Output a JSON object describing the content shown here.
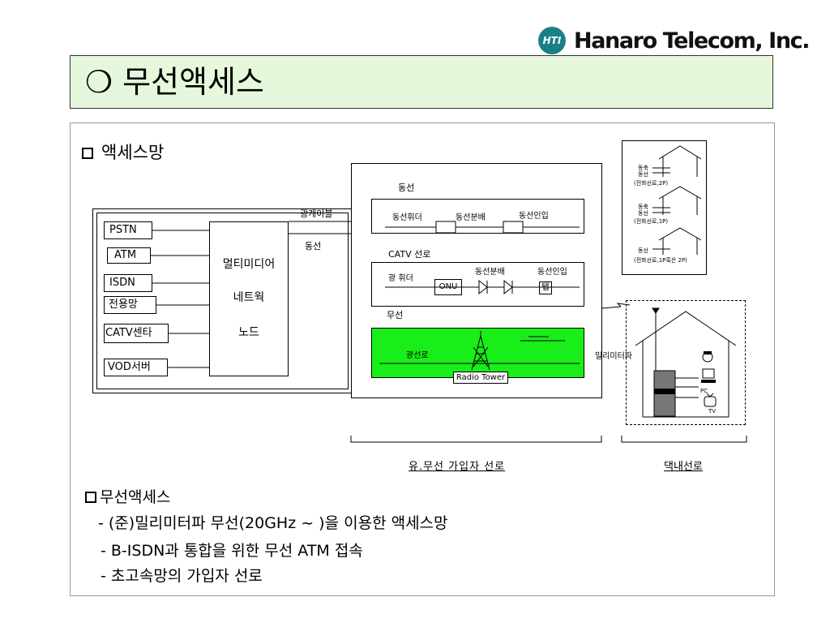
{
  "header": {
    "logo_badge": "HTI",
    "company": "Hanaro Telecom, Inc.",
    "title": "무선액세스",
    "title_bullet": "❍"
  },
  "section_title": "액세스망",
  "left_block": {
    "sources": [
      "PSTN",
      "ATM",
      "ISDN",
      "전용망",
      "CATV센타",
      "VOD서버"
    ],
    "node_lines": [
      "멀티미디어",
      "네트웍",
      "노드"
    ],
    "link_labels": [
      "광케이블",
      "동선"
    ]
  },
  "middle_block": {
    "copper_title": "동선",
    "copper_items": [
      "동선휘더",
      "동선분배",
      "동선인입"
    ],
    "catv_title": "CATV 선로",
    "catv_items": [
      "광 휘더",
      "동선분배",
      "동선인입"
    ],
    "onu": "ONU",
    "tap": "탭",
    "wireless_title": "무선",
    "wireless_item": "광선로",
    "radio_tower": "Radio Tower",
    "mmwave": "밀리미터파"
  },
  "right_houses": {
    "house1": [
      "동축",
      "동선",
      "(전화선로,2P)"
    ],
    "house2": [
      "동축",
      "동선",
      "(전화선로,1P)"
    ],
    "house3": [
      "동선",
      "(전화선로,1P혹은 2P)"
    ],
    "devices": [
      "PC",
      "TV"
    ]
  },
  "captions": {
    "left": "유.무선 가입자 선로",
    "right": "댁내선로"
  },
  "bullets": {
    "heading": "무선액세스",
    "lines": [
      "- (준)밀리미터파 무선(20GHz ~ )을 이용한 액세스망",
      "- B-ISDN과 통합을 위한 무선 ATM 접속",
      "- 초고속망의 가입자 선로"
    ]
  }
}
